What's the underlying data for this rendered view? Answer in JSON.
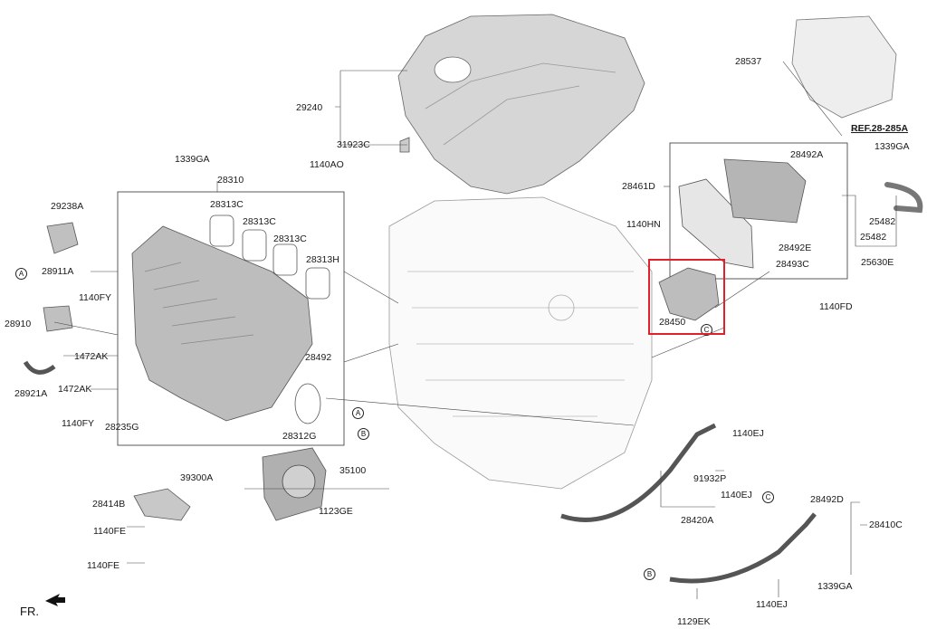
{
  "diagram": {
    "parts": [
      {
        "id": "p29240",
        "label": "29240"
      },
      {
        "id": "p31923c",
        "label": "31923C"
      },
      {
        "id": "p28537",
        "label": "28537"
      },
      {
        "id": "pref",
        "label": "REF.28-285A"
      },
      {
        "id": "p1339ga_a",
        "label": "1339GA"
      },
      {
        "id": "p28492a",
        "label": "28492A"
      },
      {
        "id": "p1339ga_b",
        "label": "1339GA"
      },
      {
        "id": "p28461d",
        "label": "28461D"
      },
      {
        "id": "p1140ao",
        "label": "1140AO"
      },
      {
        "id": "p28310",
        "label": "28310"
      },
      {
        "id": "p29238a",
        "label": "29238A"
      },
      {
        "id": "p28313c_1",
        "label": "28313C"
      },
      {
        "id": "p28313c_2",
        "label": "28313C"
      },
      {
        "id": "p28313c_3",
        "label": "28313C"
      },
      {
        "id": "p28313h",
        "label": "28313H"
      },
      {
        "id": "p1140hn",
        "label": "1140HN"
      },
      {
        "id": "p25482_a",
        "label": "25482"
      },
      {
        "id": "p25482_b",
        "label": "25482"
      },
      {
        "id": "p28492e",
        "label": "28492E"
      },
      {
        "id": "p28493c",
        "label": "28493C"
      },
      {
        "id": "p25630e",
        "label": "25630E"
      },
      {
        "id": "p28911a",
        "label": "28911A"
      },
      {
        "id": "p1140fy_a",
        "label": "1140FY"
      },
      {
        "id": "p28910",
        "label": "28910"
      },
      {
        "id": "p1140fd",
        "label": "1140FD"
      },
      {
        "id": "p28450",
        "label": "28450"
      },
      {
        "id": "p1472ak_a",
        "label": "1472AK"
      },
      {
        "id": "p28492",
        "label": "28492"
      },
      {
        "id": "p28921a",
        "label": "28921A"
      },
      {
        "id": "p1472ak_b",
        "label": "1472AK"
      },
      {
        "id": "p1140fy_b",
        "label": "1140FY"
      },
      {
        "id": "p28235g",
        "label": "28235G"
      },
      {
        "id": "p28312g",
        "label": "28312G"
      },
      {
        "id": "p1140ej_a",
        "label": "1140EJ"
      },
      {
        "id": "p35100",
        "label": "35100"
      },
      {
        "id": "p39300a",
        "label": "39300A"
      },
      {
        "id": "p91932p",
        "label": "91932P"
      },
      {
        "id": "p1140ej_b",
        "label": "1140EJ"
      },
      {
        "id": "p28414b",
        "label": "28414B"
      },
      {
        "id": "p28492d",
        "label": "28492D"
      },
      {
        "id": "p1123ge",
        "label": "1123GE"
      },
      {
        "id": "p28420a",
        "label": "28420A"
      },
      {
        "id": "p28410c",
        "label": "28410C"
      },
      {
        "id": "p1140fe_a",
        "label": "1140FE"
      },
      {
        "id": "p1140fe_b",
        "label": "1140FE"
      },
      {
        "id": "p1339ga_c",
        "label": "1339GA"
      },
      {
        "id": "p1140ej_c",
        "label": "1140EJ"
      },
      {
        "id": "p1129ek",
        "label": "1129EK"
      }
    ],
    "callouts": {
      "a_left": "A",
      "a_right": "A",
      "b_right": "B",
      "b_bottom": "B",
      "c_box": "C",
      "c_pipe": "C"
    },
    "footer": {
      "front_marker": "FR."
    }
  }
}
